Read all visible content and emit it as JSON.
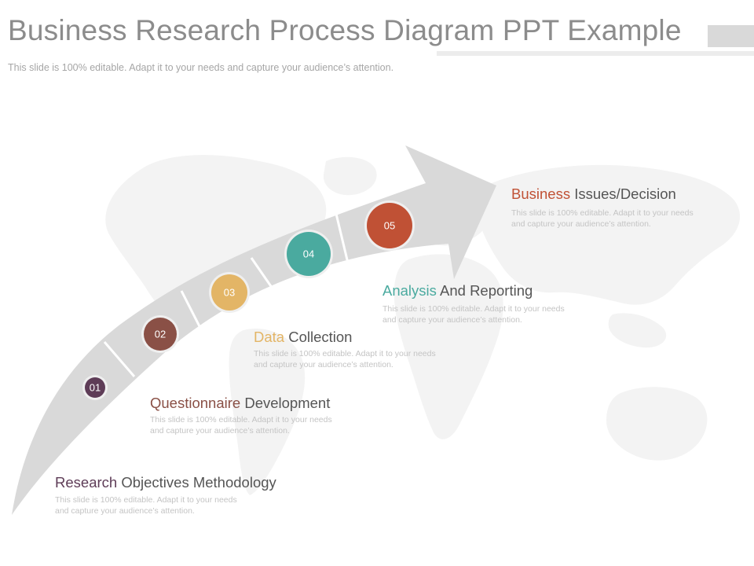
{
  "header": {
    "title": "Business Research Process Diagram PPT Example",
    "subtitle": "This slide is 100% editable. Adapt it to your needs and capture your audience’s attention."
  },
  "colors": {
    "arrow": "#d9d9d9",
    "map": "#f2f2f2",
    "step1": "#5e3c57",
    "step2": "#8a5046",
    "step3": "#e3b566",
    "step4": "#4aaa9f",
    "step5": "#c05135"
  },
  "steps": [
    {
      "number": "01",
      "title_accent": "Research",
      "title_rest": " Objectives  Methodology",
      "description": "This slide is 100% editable. Adapt it to your needs and capture your audience’s attention."
    },
    {
      "number": "02",
      "title_accent": "Questionnaire",
      "title_rest": " Development",
      "description": "This slide is 100% editable. Adapt it to your needs and capture your audience’s attention."
    },
    {
      "number": "03",
      "title_accent": "Data",
      "title_rest": " Collection",
      "description": "This slide is 100% editable. Adapt it to your needs and capture your audience’s attention."
    },
    {
      "number": "04",
      "title_accent": "Analysis",
      "title_rest": " And  Reporting",
      "description": "This slide is 100% editable. Adapt it to your needs and capture your audience’s attention."
    },
    {
      "number": "05",
      "title_accent": "Business",
      "title_rest": " Issues/Decision",
      "description": "This slide is 100% editable. Adapt it to your needs and capture your audience’s attention."
    }
  ]
}
